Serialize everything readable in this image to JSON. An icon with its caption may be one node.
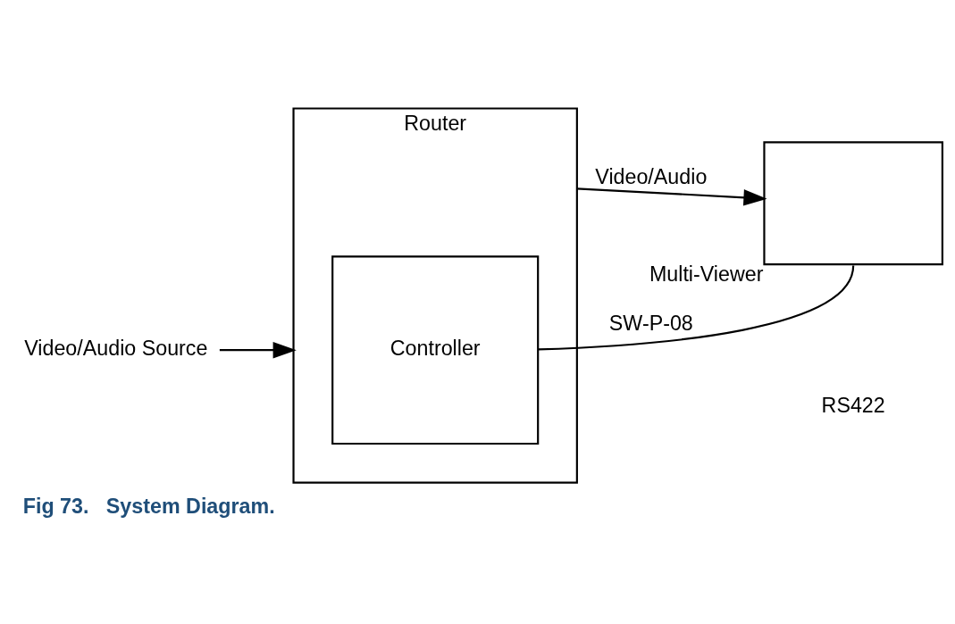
{
  "diagram": {
    "caption": "Fig 73.   System Diagram.",
    "nodes": [
      {
        "text": [
          "Router"
        ]
      },
      {
        "text": [
          "Controller"
        ],
        "in": 0
      },
      {
        "text": [
          "Multi-Viewer"
        ]
      },
      {
        "text": [
          "Video/Audio Source"
        ]
      }
    ],
    "edges": [
      {
        "from": 3,
        "to": 0,
        "arrow": "to"
      },
      {
        "from": 0,
        "to": 2,
        "arrow": "to",
        "label": "Video/Audio"
      },
      {
        "from": 1,
        "to": 2,
        "arrow": "none",
        "label": "SW-P-08"
      }
    ],
    "labels": [
      "RS422"
    ]
  }
}
